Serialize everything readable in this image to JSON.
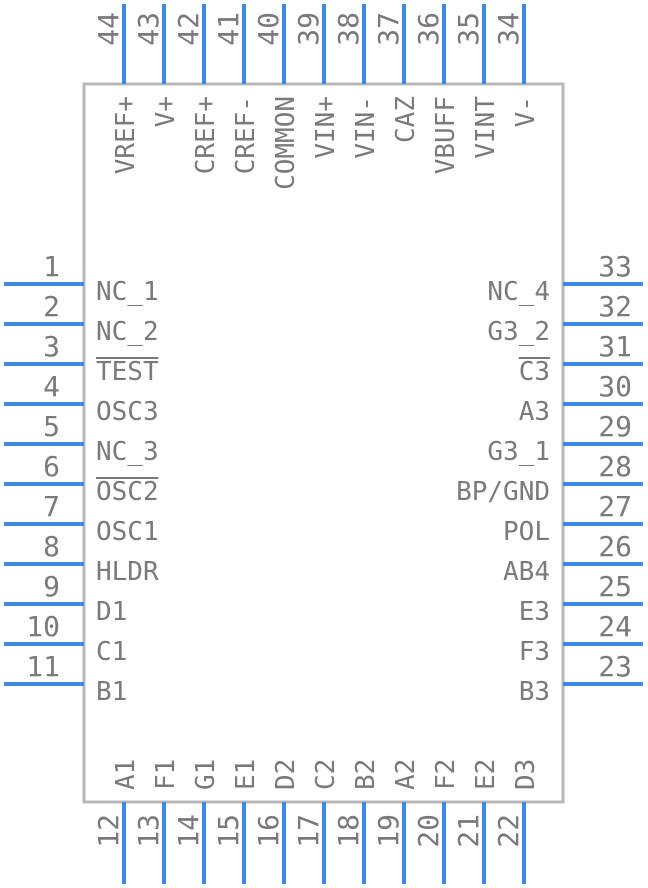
{
  "pins": {
    "left": [
      {
        "num": "1",
        "label": "NC_1"
      },
      {
        "num": "2",
        "label": "NC_2"
      },
      {
        "num": "3",
        "label": "TEST",
        "overline": true
      },
      {
        "num": "4",
        "label": "OSC3"
      },
      {
        "num": "5",
        "label": "NC_3"
      },
      {
        "num": "6",
        "label": "OSC2",
        "overline": true
      },
      {
        "num": "7",
        "label": "OSC1"
      },
      {
        "num": "8",
        "label": "HLDR"
      },
      {
        "num": "9",
        "label": "D1"
      },
      {
        "num": "10",
        "label": "C1"
      },
      {
        "num": "11",
        "label": "B1"
      }
    ],
    "bottom": [
      {
        "num": "12",
        "label": "A1"
      },
      {
        "num": "13",
        "label": "F1"
      },
      {
        "num": "14",
        "label": "G1"
      },
      {
        "num": "15",
        "label": "E1"
      },
      {
        "num": "16",
        "label": "D2"
      },
      {
        "num": "17",
        "label": "C2"
      },
      {
        "num": "18",
        "label": "B2"
      },
      {
        "num": "19",
        "label": "A2"
      },
      {
        "num": "20",
        "label": "F2"
      },
      {
        "num": "21",
        "label": "E2"
      },
      {
        "num": "22",
        "label": "D3"
      }
    ],
    "right": [
      {
        "num": "23",
        "label": "B3"
      },
      {
        "num": "24",
        "label": "F3"
      },
      {
        "num": "25",
        "label": "E3"
      },
      {
        "num": "26",
        "label": "AB4"
      },
      {
        "num": "27",
        "label": "POL"
      },
      {
        "num": "28",
        "label": "BP/GND"
      },
      {
        "num": "29",
        "label": "G3_1"
      },
      {
        "num": "30",
        "label": "A3"
      },
      {
        "num": "31",
        "label": "C3",
        "overline": true
      },
      {
        "num": "32",
        "label": "G3_2"
      },
      {
        "num": "33",
        "label": "NC_4"
      }
    ],
    "top": [
      {
        "num": "34",
        "label": "V-"
      },
      {
        "num": "35",
        "label": "VINT"
      },
      {
        "num": "36",
        "label": "VBUFF"
      },
      {
        "num": "37",
        "label": "CAZ"
      },
      {
        "num": "38",
        "label": "VIN-"
      },
      {
        "num": "39",
        "label": "VIN+"
      },
      {
        "num": "40",
        "label": "COMMON"
      },
      {
        "num": "41",
        "label": "CREF-"
      },
      {
        "num": "42",
        "label": "CREF+"
      },
      {
        "num": "43",
        "label": "V+"
      },
      {
        "num": "44",
        "label": "VREF+"
      }
    ]
  }
}
